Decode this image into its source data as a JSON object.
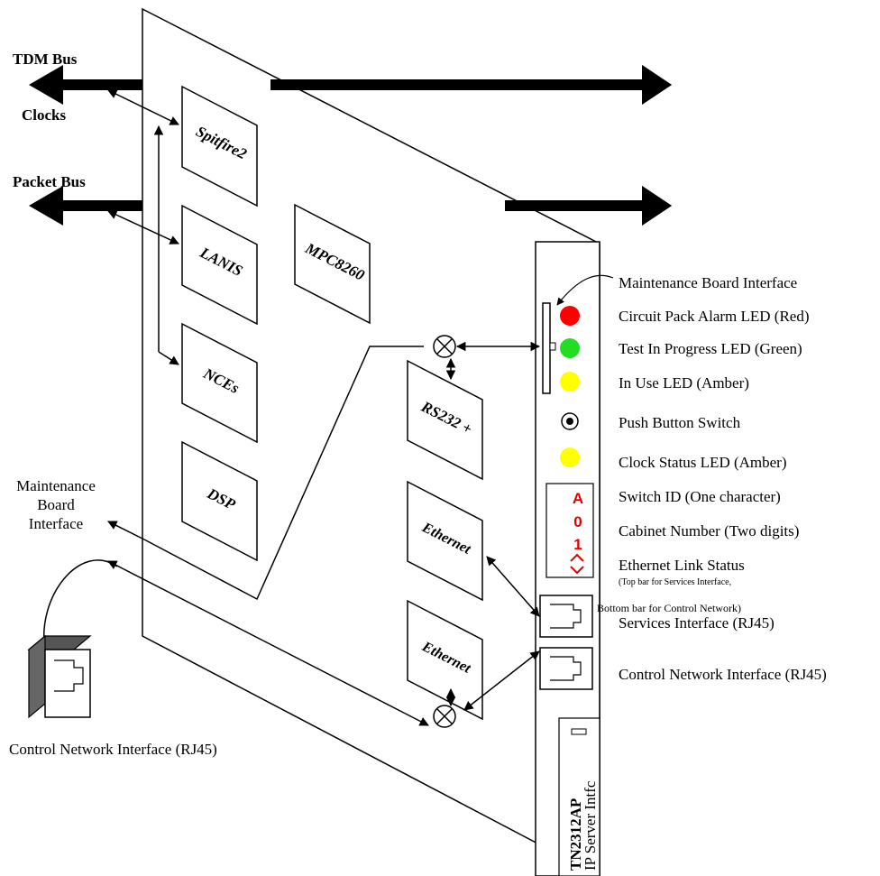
{
  "buses": {
    "tdm": "TDM Bus",
    "clocks": "Clocks",
    "packet": "Packet Bus"
  },
  "chips": {
    "spitfire": "Spitfire2",
    "lanis": "LANIS",
    "nces": "NCEs",
    "dsp": "DSP",
    "mpc": "MPC8260",
    "rs232": "RS232 +",
    "ethernet1": "Ethernet",
    "ethernet2": "Ethernet"
  },
  "left_labels": {
    "maint_line1": "Maintenance",
    "maint_line2": "Board",
    "maint_line3": "Interface",
    "control_net": "Control Network Interface (RJ45)"
  },
  "faceplate": {
    "switch_id": "A",
    "cabinet_1": "0",
    "cabinet_2": "1",
    "board_code": "TN2312AP",
    "board_name": "IP Server Intfc"
  },
  "right_labels": {
    "maint_board": "Maintenance Board Interface",
    "alarm_led": "Circuit Pack Alarm LED (Red)",
    "test_led": "Test In Progress LED (Green)",
    "inuse_led": "In Use LED (Amber)",
    "push_button": "Push Button Switch",
    "clock_led": "Clock Status LED (Amber)",
    "switch_id": "Switch ID (One character)",
    "cabinet": "Cabinet Number (Two digits)",
    "eth_status": "Ethernet Link Status",
    "eth_status_note1": "(Top bar for Services Interface,",
    "eth_status_note2": "Bottom bar for Control Network)",
    "services": "Services Interface (RJ45)",
    "control_net": "Control Network Interface (RJ45)"
  },
  "colors": {
    "alarm": "#ff0000",
    "test": "#22dd22",
    "amber": "#ffff00",
    "faceplate_text": "#e00000"
  }
}
